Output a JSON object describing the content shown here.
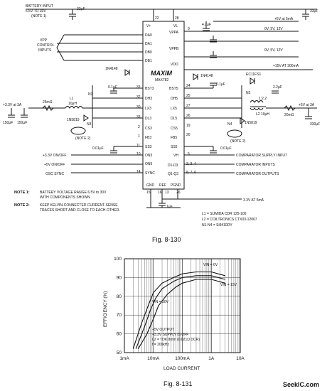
{
  "schematic": {
    "top_left": [
      "BATTERY INPUT",
      "5.5V TO 30V",
      "(NOTE 1)"
    ],
    "cap_top_left": "33μF",
    "vpp_label": [
      "VPP",
      "CONTROL",
      "INPUTS"
    ],
    "ic": {
      "logo": "MAXIM",
      "part": "MAX782",
      "top_pins": [
        "22",
        "28"
      ],
      "top_pin_labels": [
        "V+",
        "VL"
      ],
      "left_pins": [
        {
          "num": "",
          "label": "DA0"
        },
        {
          "num": "",
          "label": "DA1"
        },
        {
          "num": "",
          "label": "DB0"
        },
        {
          "num": "",
          "label": "DB1"
        },
        {
          "num": "31",
          "label": "BST3"
        },
        {
          "num": "32",
          "label": "DH3"
        },
        {
          "num": "30",
          "label": "LX3"
        },
        {
          "num": "33",
          "label": "DL3"
        },
        {
          "num": "2",
          "label": "CS3"
        },
        {
          "num": "1",
          "label": "FB3"
        },
        {
          "num": "11",
          "label": "SS3"
        },
        {
          "num": "10",
          "label": "ON3"
        },
        {
          "num": "",
          "label": "ON5"
        },
        {
          "num": "14",
          "label": "SYNC"
        }
      ],
      "right_pins": [
        {
          "num": "9",
          "label": "VPPA"
        },
        {
          "num": "",
          "label": "VPPB"
        },
        {
          "num": "",
          "label": "VDD"
        },
        {
          "num": "24",
          "label": "BST5"
        },
        {
          "num": "25",
          "label": "DH5"
        },
        {
          "num": "27",
          "label": "LX5"
        },
        {
          "num": "26",
          "label": "DL5"
        },
        {
          "num": "19",
          "label": "CS5"
        },
        {
          "num": "20",
          "label": "FB5"
        },
        {
          "num": "",
          "label": "SS5"
        },
        {
          "num": "5",
          "label": "VH"
        },
        {
          "num": "2, 3, 4",
          "label": "D1-D3"
        },
        {
          "num": "8, 7, 6",
          "label": "Q1-Q3"
        }
      ],
      "bottom_pin_labels": [
        "GND",
        "REF",
        "PGND"
      ],
      "bottom_pins": [
        "15",
        "16",
        "13",
        "26"
      ]
    },
    "right_labels": {
      "p5v_5ma": "+5V at 5mA",
      "cap_47": "4.7μF",
      "vppa_out": "0V, 5V, 12V",
      "vppb_out": "0V, 5V, 12V",
      "p15v": "+15V AT 300mA",
      "cap_top_right": "33μF",
      "diode_right": "1N4148",
      "ec": "EC11FS1",
      "ratio": "1:2.2",
      "cap_22": "2.2μF",
      "cap_01_right": "0.1μF",
      "l2": "L2 10μH",
      "r20": "20mΩ",
      "p5v_3a": "+5V at 3A",
      "cap_330": "330μF",
      "n2": "N2",
      "n4": "N4",
      "in5819_r": "1N5819",
      "note2_r": "(NOTE 2)",
      "cap_001_right": "0.01μF",
      "comp_supply": "COMPARATOR SUPPLY INPUT",
      "comp_inputs": "COMPARATOR INPUTS",
      "comp_outputs": "COMPARATOR OUTPUTS",
      "v33_5ma": "3.3V AT 5mA"
    },
    "left_labels": {
      "diode_left": "1N4148",
      "cap_01_left": "0.1μF",
      "n1": "N1",
      "l1": "L1",
      "l1v": "10μH",
      "r25": "25mΩ",
      "p33_3a": "+3.3V at 3A",
      "cap_150a": "150μF",
      "cap_150b": "150μF",
      "in5819_l": "1N5819",
      "n3": "N3",
      "note2_l": "(NOTE 2)",
      "cap_001_left": "0.01μF",
      "on3_in": "+3.3V ON/OFF",
      "on5_in": "+5V ON/OFF",
      "osc": "OSC SYNC",
      "cap_1": "1μF"
    },
    "notes": [
      {
        "tag": "NOTE 1:",
        "text": [
          "BATTERY VOLTAGE RANGE 6.5V to 30V",
          "WITH COMPONENTS SHOWN"
        ]
      },
      {
        "tag": "NOTE 2:",
        "text": [
          "KEEP KELVIN-CONNECTED CURRENT-SENSE",
          "TRACES SHORT AND CLOSE TO EACH OTHER."
        ]
      }
    ],
    "parts_list": [
      "L1 = SUMIDA CDR 125-100",
      "L2 = COILTRONICS CTX03-12067",
      "N1-N4 = Si9410DY"
    ],
    "caption": "Fig. 8-130"
  },
  "chart_data": {
    "type": "line",
    "title": "",
    "xlabel": "LOAD CURRENT",
    "ylabel": "EFFICIENCY (%)",
    "x_scale": "log",
    "xlim": [
      0.001,
      10
    ],
    "ylim": [
      50,
      100
    ],
    "x_ticks": [
      0.001,
      0.01,
      0.1,
      1,
      10
    ],
    "x_tick_labels": [
      "1mA",
      "10mA",
      "100mA",
      "1A",
      "10A"
    ],
    "y_ticks": [
      50,
      60,
      70,
      80,
      90,
      100
    ],
    "y_tick_labels": [
      "50",
      "60",
      "70",
      "80",
      "90",
      "100"
    ],
    "grid": true,
    "series": [
      {
        "name": "VIN = 6V",
        "x": [
          0.002,
          0.004,
          0.007,
          0.01,
          0.02,
          0.05,
          0.1,
          0.3,
          1,
          3
        ],
        "y": [
          52,
          66,
          76,
          82,
          87,
          90,
          92,
          93,
          93,
          91
        ]
      },
      {
        "name": "VIN = 15V",
        "x": [
          0.0025,
          0.005,
          0.008,
          0.012,
          0.02,
          0.05,
          0.1,
          0.3,
          1,
          3
        ],
        "y": [
          52,
          64,
          73,
          79,
          84,
          88,
          90,
          91,
          91,
          89
        ]
      },
      {
        "name": "VIN = 30V",
        "x": [
          0.003,
          0.006,
          0.01,
          0.015,
          0.03,
          0.06,
          0.1,
          0.3,
          1,
          3
        ],
        "y": [
          52,
          60,
          68,
          75,
          81,
          85,
          87,
          89,
          89,
          87
        ]
      }
    ],
    "series_labels": [
      "VIN = 6V",
      "VIN = 15V",
      "VIN = 30V"
    ],
    "annotations": [
      "+5V OUTPUT",
      "+3.3V SUPPLY IS OFF",
      "L2 = TDK 8mm (0.021Ω DCR)",
      "f = 200kHz"
    ],
    "caption": "Fig. 8-131"
  },
  "watermark": "SeekIC.com"
}
